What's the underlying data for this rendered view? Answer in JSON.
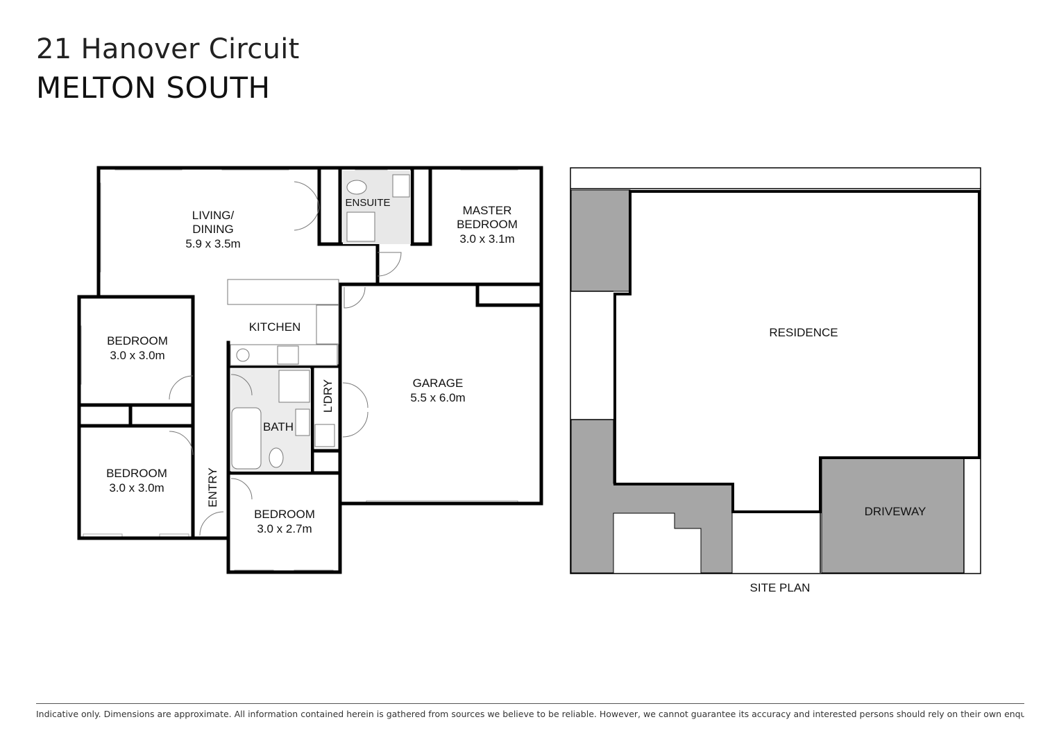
{
  "header": {
    "address": "21 Hanover Circuit",
    "suburb": "MELTON SOUTH"
  },
  "floor_plan": {
    "rooms": {
      "living": {
        "name_line1": "LIVING/",
        "name_line2": "DINING",
        "dims": "5.9 x 3.5m"
      },
      "ensuite": {
        "name": "ENSUITE"
      },
      "master": {
        "name_line1": "MASTER",
        "name_line2": "BEDROOM",
        "dims": "3.0 x 3.1m"
      },
      "kitchen": {
        "name": "KITCHEN"
      },
      "bedroom_a": {
        "name": "BEDROOM",
        "dims": "3.0 x 3.0m"
      },
      "bedroom_b": {
        "name": "BEDROOM",
        "dims": "3.0 x 3.0m"
      },
      "bedroom_c": {
        "name": "BEDROOM",
        "dims": "3.0 x 2.7m"
      },
      "bath": {
        "name": "BATH"
      },
      "laundry": {
        "name": "L'DRY"
      },
      "garage": {
        "name": "GARAGE",
        "dims": "5.5 x 6.0m"
      },
      "entry": {
        "name": "ENTRY"
      }
    }
  },
  "site_plan": {
    "residence": "RESIDENCE",
    "driveway": "DRIVEWAY",
    "caption": "SITE PLAN",
    "hatch_color": "#a6a6a6"
  },
  "footer": {
    "disclaimer": "Indicative only. Dimensions are approximate. All information contained herein is gathered from sources we believe to be reliable. However, we cannot guarantee its accuracy and interested persons should rely on their own enquiries."
  }
}
